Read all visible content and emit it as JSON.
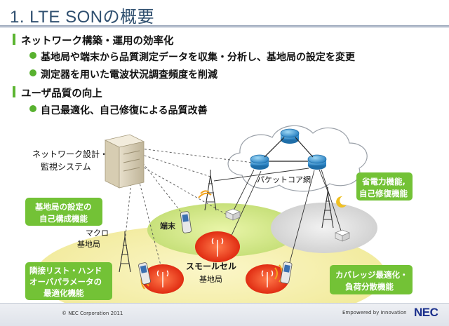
{
  "title": "1. LTE SONの概要",
  "sections": [
    {
      "heading": "ネットワーク構築・運用の効率化",
      "bullets": [
        "基地局や端末から品質測定データを収集・分析し、基地局の設定を変更",
        "測定器を用いた電波状況調査頻度を削減"
      ]
    },
    {
      "heading": "ユーザ品質の向上",
      "bullets": [
        "自己最適化、自己修復による品質改善"
      ]
    }
  ],
  "diagram": {
    "nms_label_line1": "ネットワーク設計・",
    "nms_label_line2": "監視システム",
    "core_label": "パケットコア網",
    "terminal_label": "端末",
    "macro_label_line1": "マクロ",
    "macro_label_line2": "基地局",
    "small_label_line1": "スモールセル",
    "small_label_line2": "基地局",
    "callouts": {
      "config_line1": "基地局の設定の",
      "config_line2": "自己構成機能",
      "power_line1": "省電力機能,",
      "power_line2": "自己修復機能",
      "neighbor_line1": "隣接リスト・ハンド",
      "neighbor_line2": "オーバパラメータの",
      "neighbor_line3": "最適化機能",
      "coverage_line1": "カバレッジ最適化・",
      "coverage_line2": "負荷分散機能"
    }
  },
  "footer": {
    "copyright": "© NEC Corporation 2011",
    "tagline": "Empowered by Innovation",
    "logo": "NEC"
  },
  "colors": {
    "accent_green": "#5cb531",
    "title_blue": "#2f4f6f",
    "nec_blue": "#1a2f8c",
    "callout_green": "#73c236"
  }
}
